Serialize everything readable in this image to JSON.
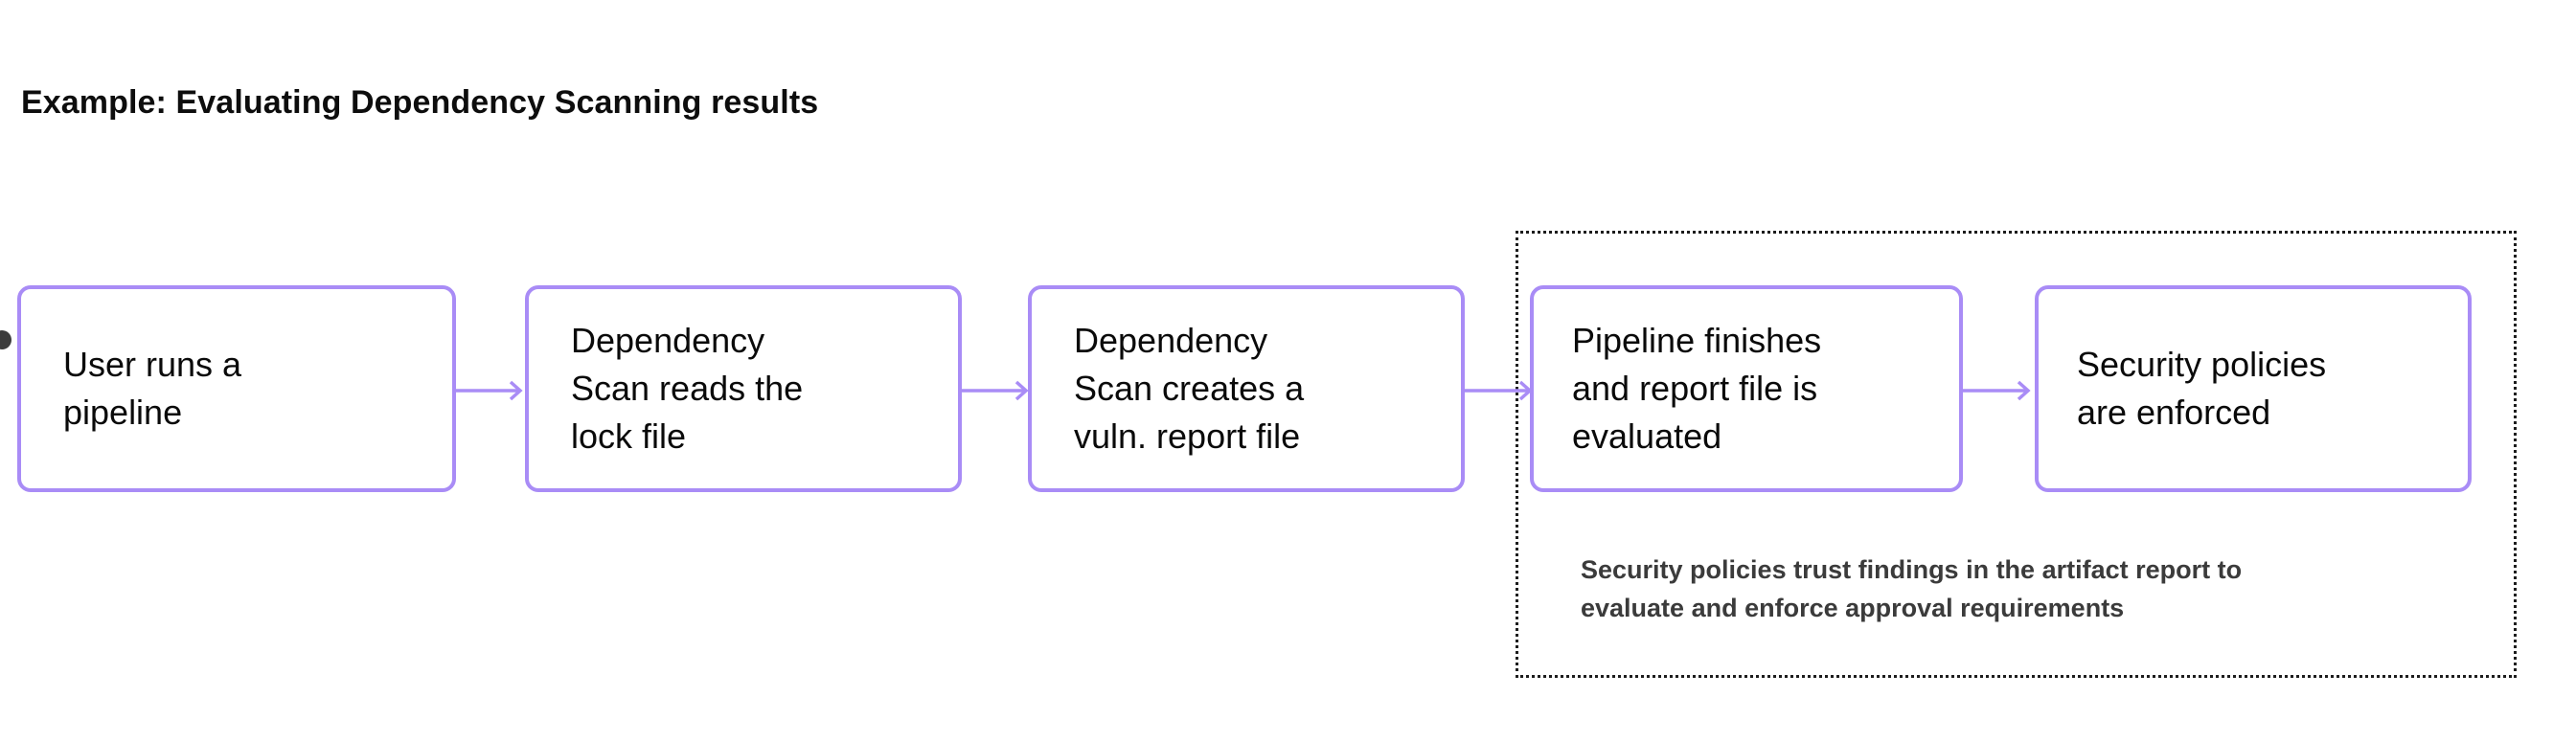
{
  "title": "Example: Evaluating Dependency Scanning results",
  "colors": {
    "box_border": "#a98cf6",
    "arrow": "#a98cf6",
    "group_border": "#1d1d1d",
    "title_text": "#0d0d0d",
    "box_text": "#0a0a0a",
    "caption_text": "#3b3b3b",
    "start_marker": "#3c3c3c",
    "background": "#ffffff"
  },
  "flow": {
    "boxes": [
      {
        "id": "box-1",
        "label": "User runs a\npipeline"
      },
      {
        "id": "box-2",
        "label": "Dependency\nScan reads the\nlock file"
      },
      {
        "id": "box-3",
        "label": "Dependency\nScan creates a\nvuln. report file"
      },
      {
        "id": "box-4",
        "label": "Pipeline finishes\nand report file is\nevaluated"
      },
      {
        "id": "box-5",
        "label": "Security policies\nare enforced"
      }
    ],
    "arrows": [
      {
        "id": "arrow-1",
        "from": "box-1",
        "to": "box-2"
      },
      {
        "id": "arrow-2",
        "from": "box-2",
        "to": "box-3"
      },
      {
        "id": "arrow-3",
        "from": "box-3",
        "to": "box-4"
      },
      {
        "id": "arrow-4",
        "from": "box-4",
        "to": "box-5"
      }
    ],
    "start_marker": "start-dot"
  },
  "group": {
    "caption": "Security policies trust findings in the artifact report to\nevaluate and enforce approval requirements",
    "contains": [
      "box-4",
      "box-5"
    ],
    "border_style": "dotted"
  }
}
